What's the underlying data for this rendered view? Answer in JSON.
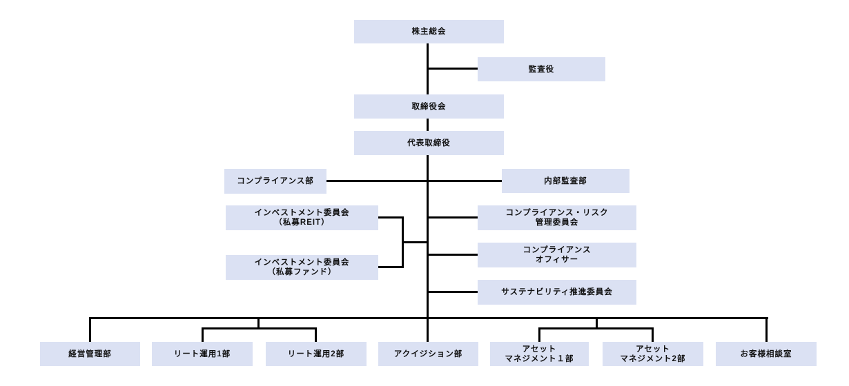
{
  "chart": {
    "type": "org-chart",
    "nodes": {
      "shareholders_meeting": {
        "label": "株主総会"
      },
      "auditor": {
        "label": "監査役"
      },
      "board_of_directors": {
        "label": "取締役会"
      },
      "representative_director": {
        "label": "代表取締役"
      },
      "compliance_dept": {
        "label": "コンプライアンス部"
      },
      "internal_audit_dept": {
        "label": "内部監査部"
      },
      "investment_committee_reit": {
        "label": "インベストメント委員会\n（私募REIT）"
      },
      "investment_committee_fund": {
        "label": "インベストメント委員会\n（私募ファンド）"
      },
      "compliance_risk_committee": {
        "label": "コンプライアンス・リスク\n管理委員会"
      },
      "compliance_officer": {
        "label": "コンプライアンス\nオフィサー"
      },
      "sustainability_committee": {
        "label": "サステナビリティ推進委員会"
      },
      "corporate_management_dept": {
        "label": "経営管理部"
      },
      "reit_operation_dept1": {
        "label": "リート運用1部"
      },
      "reit_operation_dept2": {
        "label": "リート運用2部"
      },
      "acquisition_dept": {
        "label": "アクイジション部"
      },
      "asset_management_dept1": {
        "label": "アセット\nマネジメント１部"
      },
      "asset_management_dept2": {
        "label": "アセット\nマネジメント2部"
      },
      "customer_consultation_office": {
        "label": "お客様相談室"
      }
    },
    "colors": {
      "node_fill": "#dbe1f3",
      "node_text": "#111111",
      "connector": "#000000",
      "background": "#ffffff"
    }
  }
}
